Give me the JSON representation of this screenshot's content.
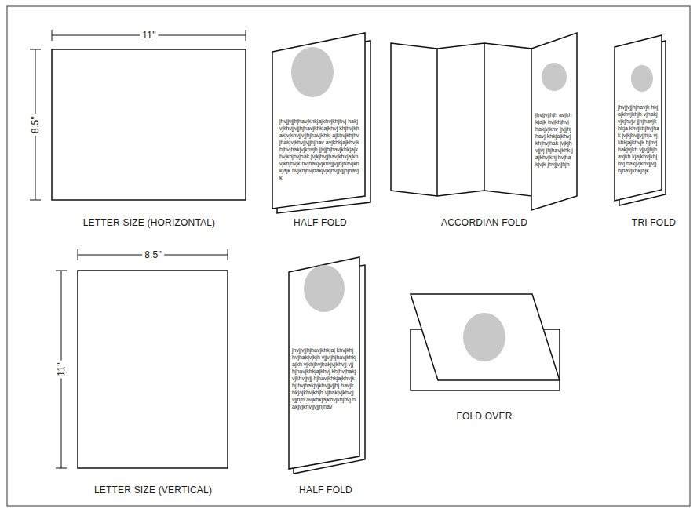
{
  "diagram": {
    "labels": [
      "11\"",
      "8.5\"",
      "LETTER SIZE (HORIZONTAL)",
      "jhvjjvjjhjhavjkhkjajkhvjkhjhvj hakjvjkhvjjvjjhjhavjkhkjajkhvj khjhvjkhakjvjkhvjjvjjhjhavjkhkj ajkhvjkhjhvjhakjvjkhvjjvjjhjhav avjkhkjajkhvjkhjhvjhakjvjkhvjh jjvjjhjhavjkhkjajkhvjkhjhvjhak jvjkjhvjjhavjkhkjajkhvjkhjhvjk hvjhakjvjkhvjjvjjhjhavjkhkjajk hvjkhjhvjhakjvjkjhvjjvjjhjhavjk",
      "HALF FOLD",
      "jhvjjvjjhjh avjkhkjajk hvjkhjhvj hakjvjkhv jjvjjhjhavj khkjajkhvj khjhvjhak jvjkjhvjjvj jhjhavjkhk jajkhvjkhj hvjhakjvjk jhvjjvjjhjh",
      "ACCORDIAN FOLD",
      "jhvjjvjjhjhavjk hkjajkhvjkhjh vjhakjvjkjhvjv jjhjhavjkhkja khvjkhjhvjhak jvjkjhvjjvjjhja vjkhkjajkhvjk hjhvjhakjvjkh vjjvjjhjhavjkh kjajkhvjkhjhvj hakjvjkhvjjvjj hjhavjkhkjajk",
      "TRI FOLD",
      "8.5\"",
      "11\"",
      "LETTER SIZE (VERTICAL)",
      "jhvjjvjjhjhavjkhkjaj khvjkhjhvjhakjvjkjh vjjvjjhjhavjkhkjajkh vjkhjhvjhakjvjkhvjj vjjhjhavjkhkjajkhvj khjhvjhakjvjkhvjjvjj hjhavjkhkjajkhvjkhj hvjhakjvjkhvjjvjjhj havjkhkjajkhvjkhjh vjhakjvjkhvjjvjjhjh avjkhkjajkhvjkhjhvj hakjvjkhvjjvjjhjhav",
      "HALF FOLD",
      "FOLD OVER"
    ]
  }
}
